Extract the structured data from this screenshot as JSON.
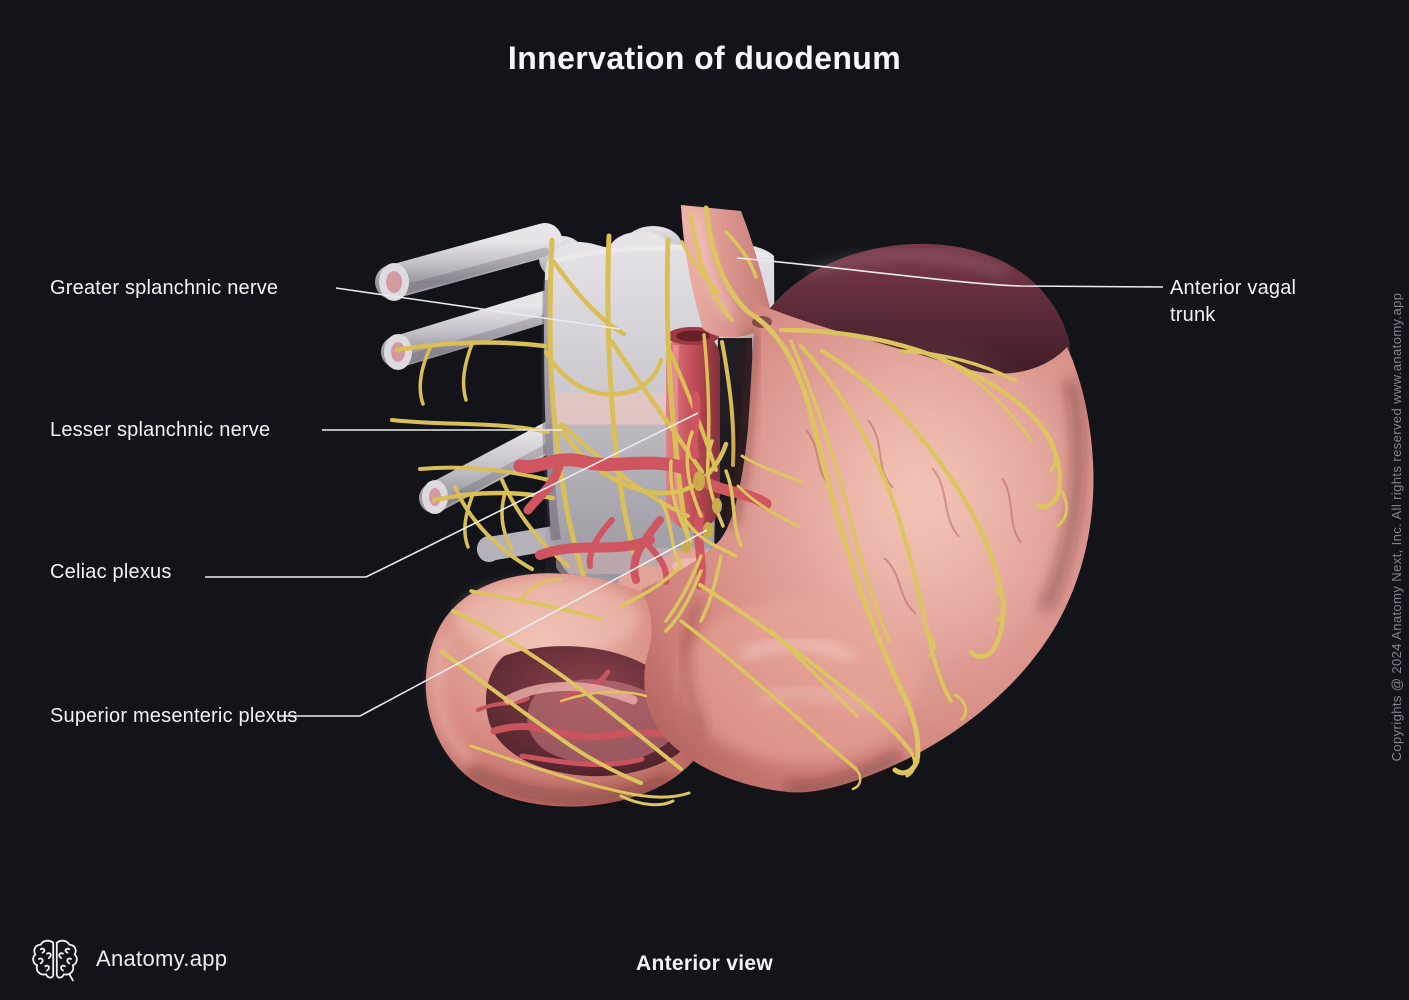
{
  "header": {
    "title": "Innervation of duodenum"
  },
  "labels": [
    {
      "id": "greater-splanchnic-nerve",
      "text": "Greater splanchnic nerve",
      "side": "left"
    },
    {
      "id": "lesser-splanchnic-nerve",
      "text": "Lesser splanchnic nerve",
      "side": "left"
    },
    {
      "id": "celiac-plexus",
      "text": "Celiac plexus",
      "side": "left"
    },
    {
      "id": "superior-mesenteric-plexus",
      "text": "Superior mesenteric plexus",
      "side": "left"
    },
    {
      "id": "anterior-vagal-trunk",
      "text": "Anterior vagal trunk",
      "side": "right"
    }
  ],
  "illustration": {
    "type": "3d-anatomy-render",
    "structures_visible": [
      "stomach",
      "duodenum",
      "esophagus",
      "vertebral column",
      "ribs",
      "aorta",
      "celiac arteries",
      "nerves"
    ]
  },
  "footer": {
    "brand": "Anatomy.app",
    "logo_icon": "brain-icon",
    "view_label": "Anterior view"
  },
  "copyright": "Copyrights @ 2024 Anatomy Next, Inc. All rights reserved www.anatomy.app",
  "colors": {
    "background": "#121419",
    "text": "#f2f2f4",
    "muted_text": "#82858d",
    "nerve_yellow": "#dcc45e",
    "organ_pink": "#dd938d",
    "fundus_maroon": "#5c2735",
    "vessel_red": "#cf5a60",
    "bone_gray": "#cfccd3",
    "leader_line": "#ebebee"
  }
}
